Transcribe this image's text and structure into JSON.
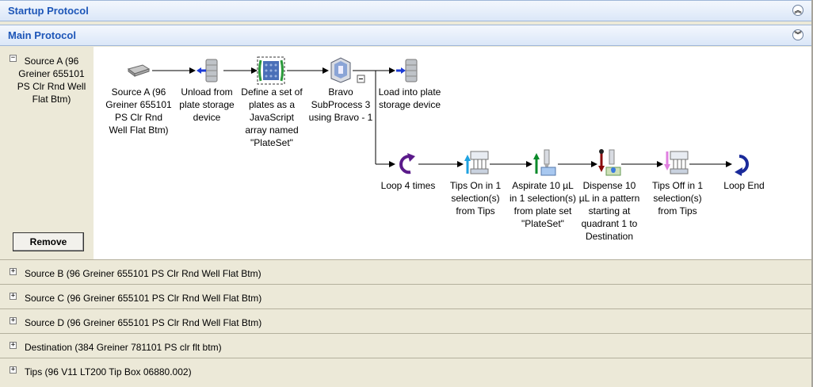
{
  "startup": {
    "title": "Startup Protocol"
  },
  "main": {
    "title": "Main Protocol",
    "source_label": "Source A (96 Greiner 655101 PS Clr Rnd Well Flat Btm)",
    "remove_label": "Remove",
    "nodes": [
      {
        "label": "Source A (96 Greiner 655101 PS Clr Rnd Well Flat Btm)",
        "icon": "plate-icon"
      },
      {
        "label": "Unload from plate storage device",
        "icon": "storage-unload-icon"
      },
      {
        "label": "Define a set of plates as a JavaScript array named \"PlateSet\"",
        "icon": "plate-set-icon"
      },
      {
        "label": "Bravo SubProcess 3 using Bravo - 1",
        "icon": "bravo-icon"
      },
      {
        "label": "Load into plate storage device",
        "icon": "storage-load-icon"
      },
      {
        "label": "Loop 4 times",
        "icon": "loop-icon"
      },
      {
        "label": "Tips On in 1 selection(s) from Tips",
        "icon": "tips-on-icon"
      },
      {
        "label": "Aspirate 10 µL in 1 selection(s) from plate set \"PlateSet\"",
        "icon": "aspirate-icon"
      },
      {
        "label": "Dispense 10 µL in a pattern starting at quadrant 1 to Destination",
        "icon": "dispense-icon"
      },
      {
        "label": "Tips Off in 1 selection(s) from Tips",
        "icon": "tips-off-icon"
      },
      {
        "label": "Loop End",
        "icon": "loop-end-icon"
      }
    ]
  },
  "rows": [
    {
      "label": "Source B (96 Greiner 655101 PS Clr Rnd Well Flat Btm)"
    },
    {
      "label": "Source C (96 Greiner 655101 PS Clr Rnd Well Flat Btm)"
    },
    {
      "label": "Source D (96 Greiner 655101 PS Clr Rnd Well Flat Btm)"
    },
    {
      "label": "Destination (384 Greiner 781101 PS clr flt btm)"
    },
    {
      "label": "Tips (96 V11 LT200 Tip Box 06880.002)"
    }
  ],
  "glyphs": {
    "collapse_all": "︽",
    "expand_all": "︾",
    "minus": "−",
    "plus": "+"
  },
  "colors": {
    "header_text": "#1d56b8",
    "panel": "#ece9d8"
  }
}
